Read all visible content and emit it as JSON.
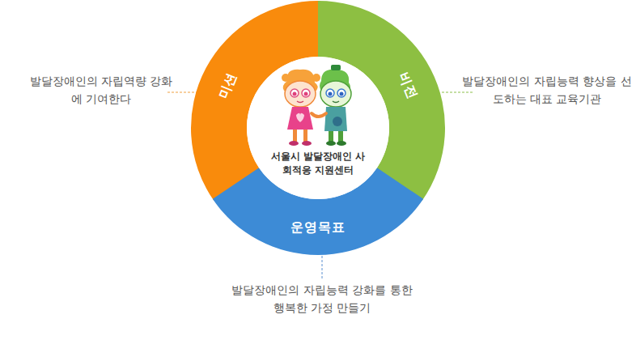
{
  "diagram": {
    "nodes": [
      {
        "text": [
          "미션",
          "발달장애인의 자립역량 강화에 기여한다"
        ]
      },
      {
        "text": [
          "비전",
          "발달장애인의 자립능력 향상을 선도하는 대표 교육기관"
        ]
      },
      {
        "text": [
          "운영목표",
          "발달장애인의 자립능력 강화를 통한 행복한 가정 만들기"
        ]
      },
      {
        "text": [
          "서울시 발달장애인 사회적응 지원센터"
        ]
      }
    ]
  }
}
